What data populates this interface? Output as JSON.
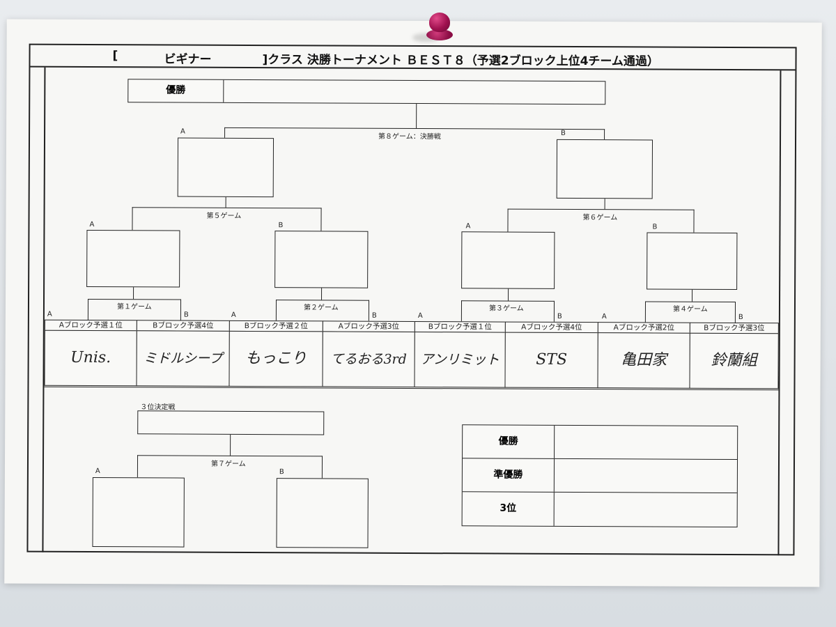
{
  "title": {
    "bracket_open": "[",
    "class_name": "ビギナー",
    "suffix": "]クラス  決勝トーナメント  ＢＥＳＴ８（予選2ブロック上位4チーム通過）"
  },
  "champion_label": "優勝",
  "games": {
    "final": "第８ゲーム：決勝戦",
    "g5": "第５ゲーム",
    "g6": "第６ゲーム",
    "g1": "第１ゲーム",
    "g2": "第２ゲーム",
    "g3": "第３ゲーム",
    "g4": "第４ゲーム",
    "g7": "第７ゲーム",
    "third_place": "３位決定戦"
  },
  "side": {
    "a": "A",
    "b": "B"
  },
  "teams": [
    {
      "seed": "Aブロック予選１位",
      "name": "Unis."
    },
    {
      "seed": "Bブロック予選4位",
      "name": "ミドルシープ"
    },
    {
      "seed": "Bブロック予選２位",
      "name": "もっこり"
    },
    {
      "seed": "Aブロック予選3位",
      "name": "てるおる3rd"
    },
    {
      "seed": "Bブロック予選１位",
      "name": "アンリミット"
    },
    {
      "seed": "Aブロック予選4位",
      "name": "STS"
    },
    {
      "seed": "Aブロック予選2位",
      "name": "亀田家"
    },
    {
      "seed": "Bブロック予選3位",
      "name": "鈴蘭組"
    }
  ],
  "results": [
    {
      "label": "優勝"
    },
    {
      "label": "準優勝"
    },
    {
      "label": "3位"
    }
  ]
}
